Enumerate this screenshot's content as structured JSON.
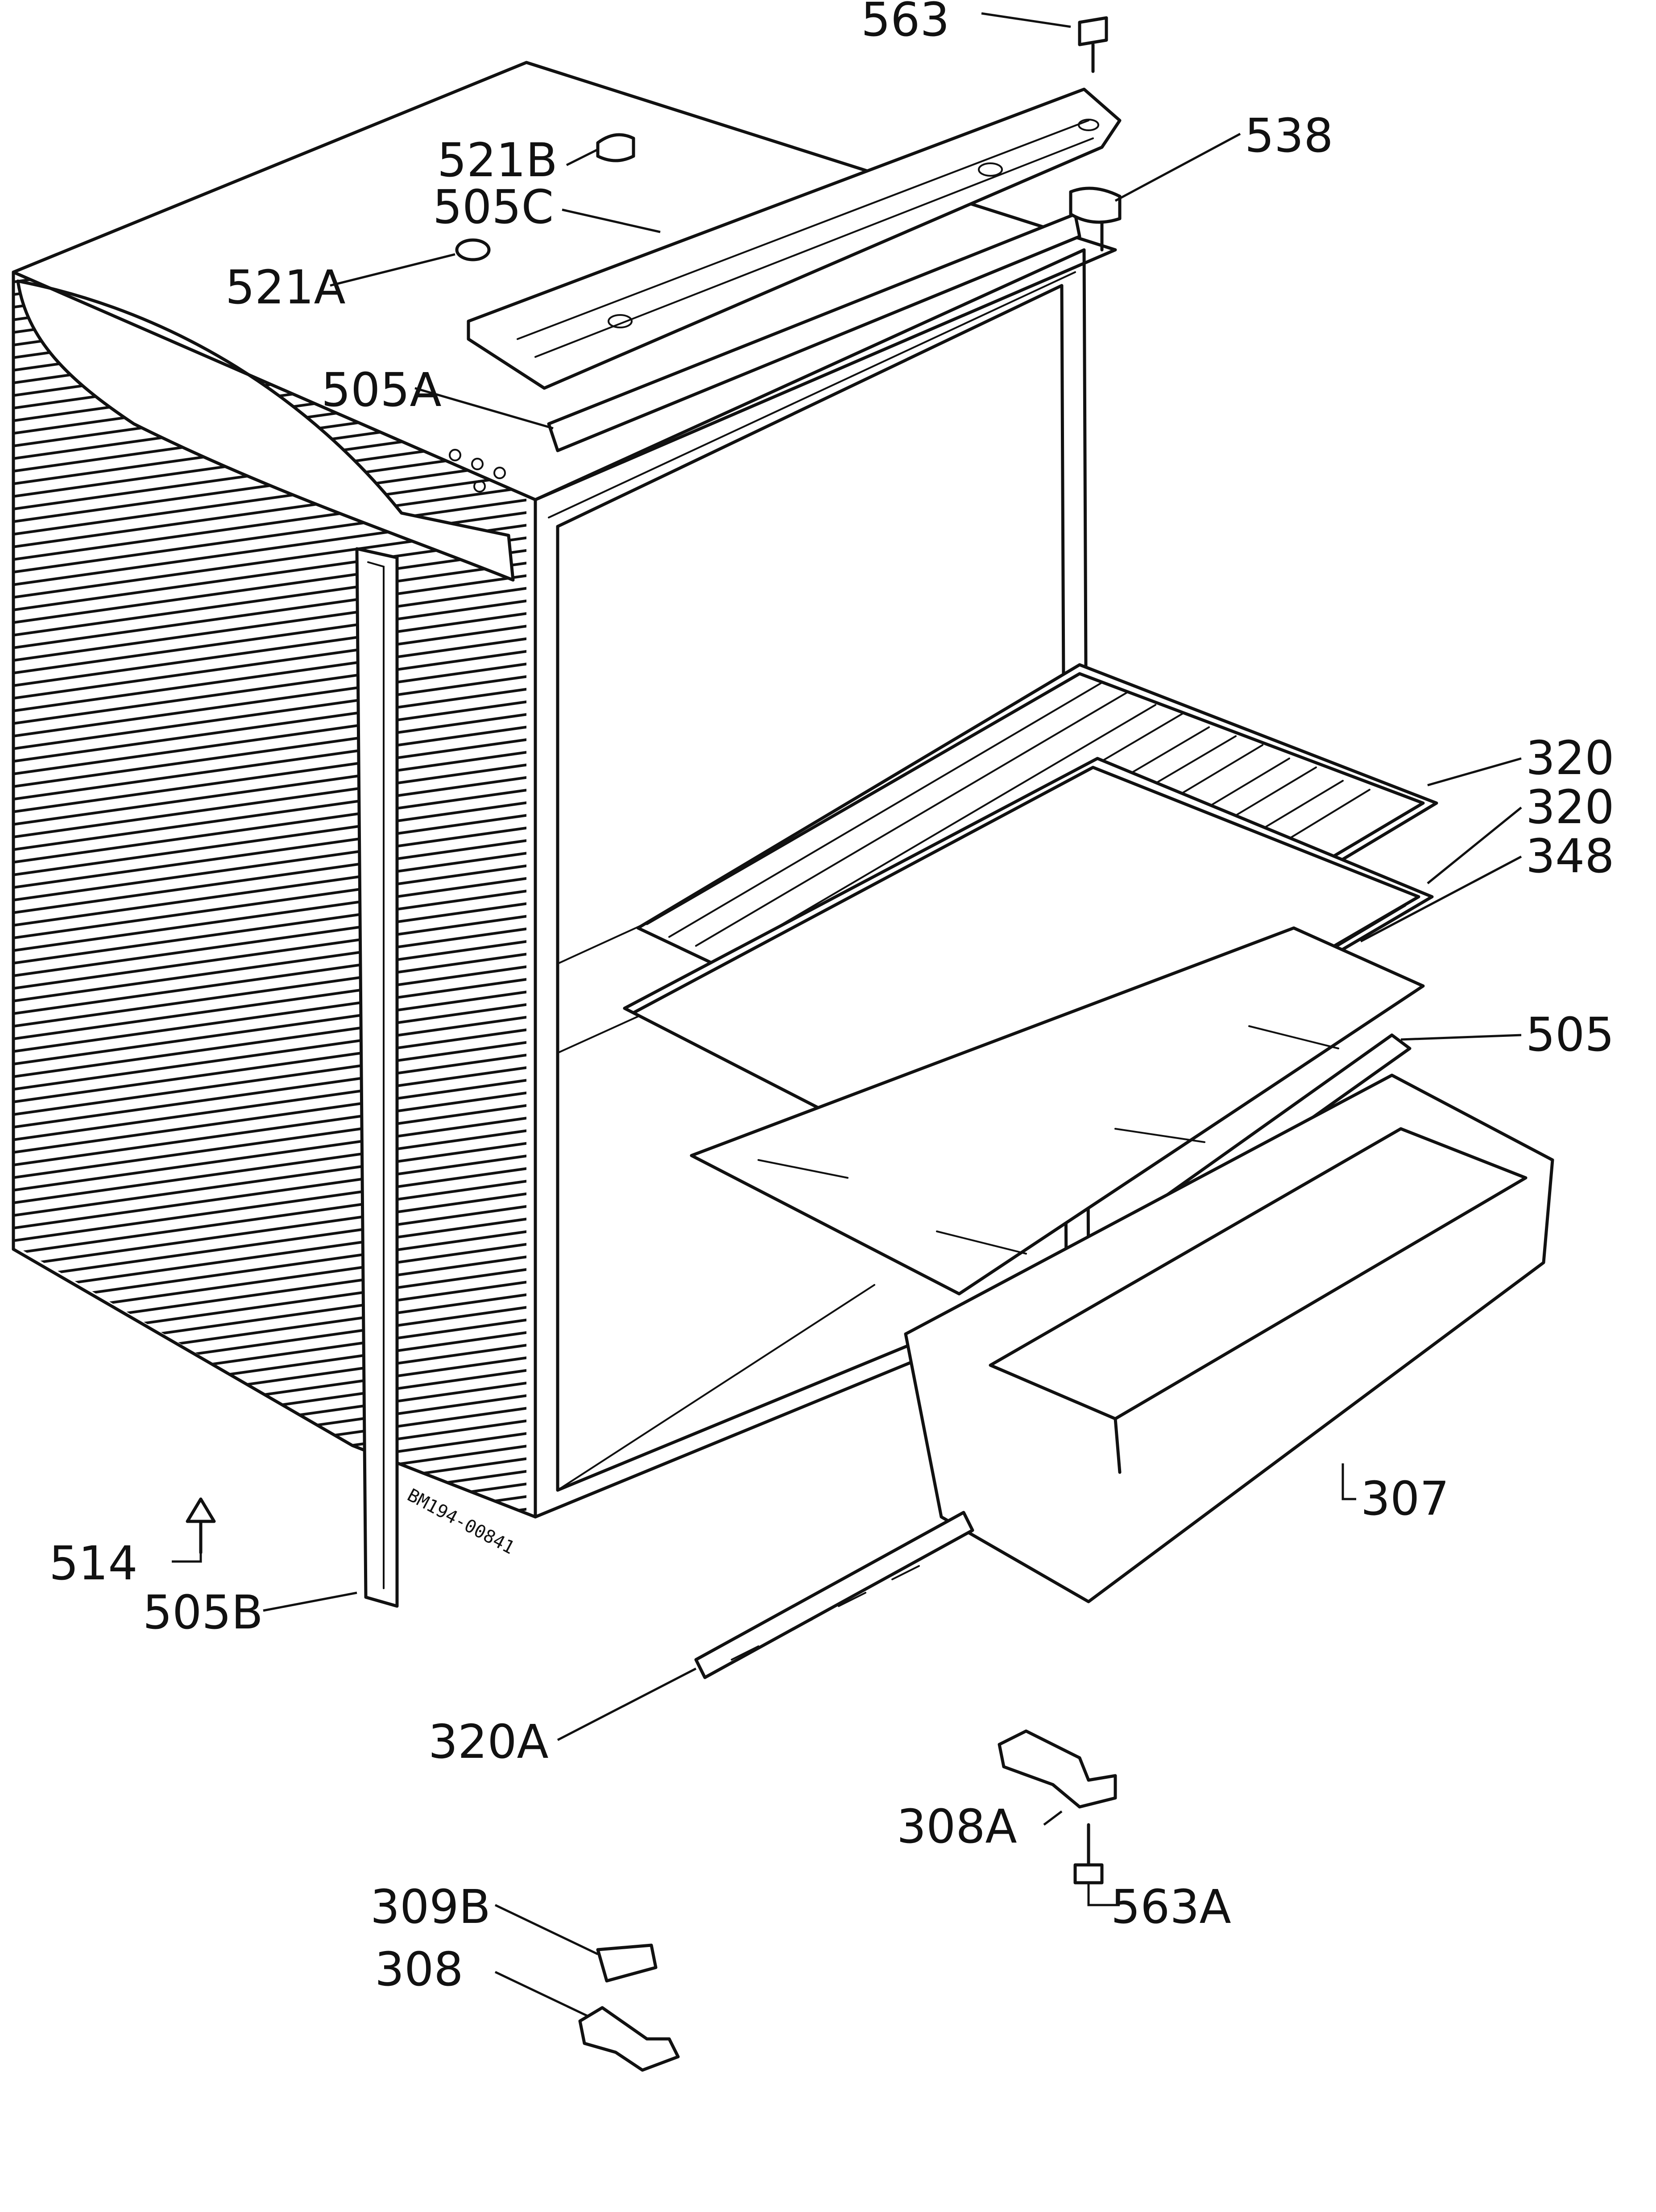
{
  "diagram": {
    "stamp": "BM194-00841",
    "callouts": {
      "c563": "563",
      "c538": "538",
      "c521b": "521B",
      "c505c": "505C",
      "c521a": "521A",
      "c505a": "505A",
      "c320_upper": "320",
      "c320_lower": "320",
      "c348": "348",
      "c505": "505",
      "c307": "307",
      "c514": "514",
      "c505b": "505B",
      "c320a": "320A",
      "c308a": "308A",
      "c563a": "563A",
      "c309b": "309B",
      "c308": "308"
    }
  }
}
